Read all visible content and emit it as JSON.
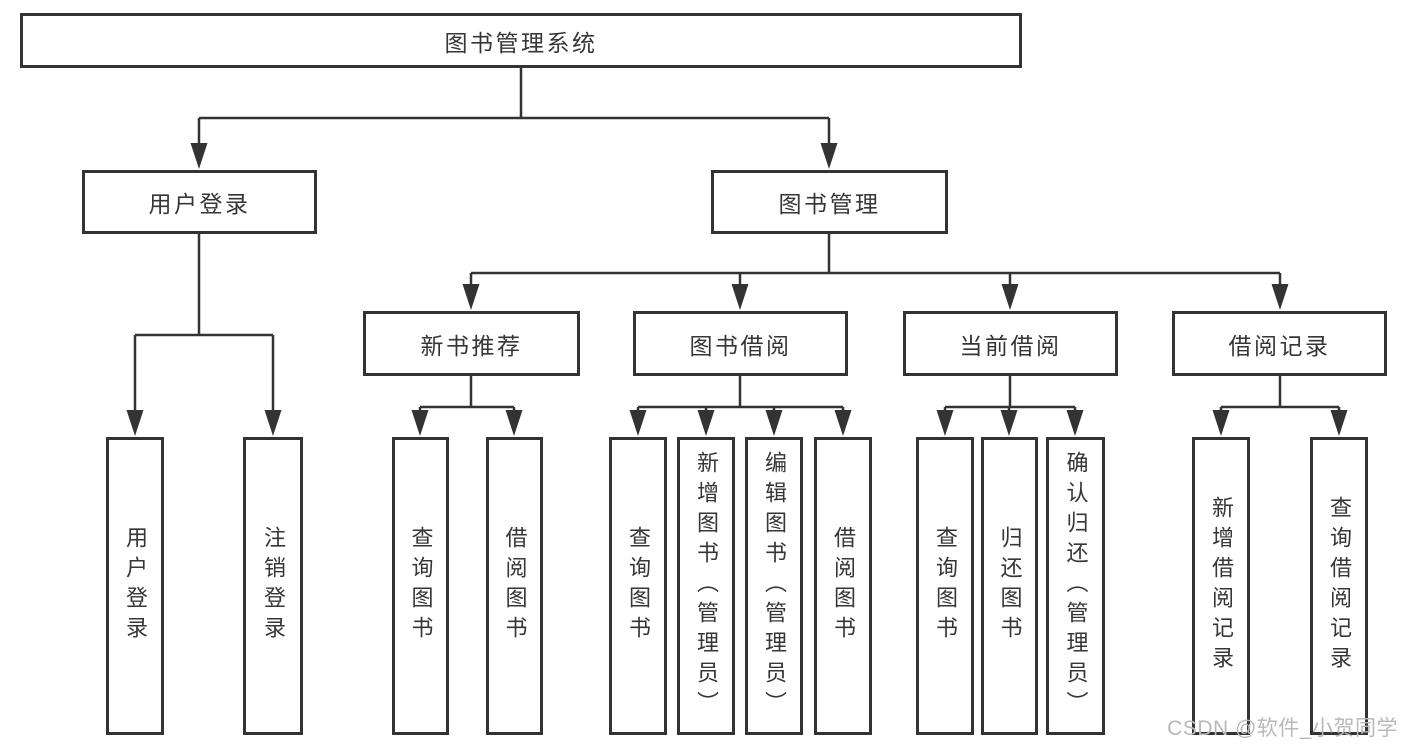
{
  "diagram": {
    "title": "图书管理系统",
    "branches": [
      {
        "label": "用户登录",
        "children": [
          {
            "label": "用户登录"
          },
          {
            "label": "注销登录"
          }
        ]
      },
      {
        "label": "图书管理",
        "groups": [
          {
            "label": "新书推荐",
            "children": [
              {
                "label": "查询图书"
              },
              {
                "label": "借阅图书"
              }
            ]
          },
          {
            "label": "图书借阅",
            "children": [
              {
                "label": "查询图书"
              },
              {
                "label": "新增图书（管理员）"
              },
              {
                "label": "编辑图书（管理员）"
              },
              {
                "label": "借阅图书"
              }
            ]
          },
          {
            "label": "当前借阅",
            "children": [
              {
                "label": "查询图书"
              },
              {
                "label": "归还图书"
              },
              {
                "label": "确认归还（管理员）"
              }
            ]
          },
          {
            "label": "借阅记录",
            "children": [
              {
                "label": "新增借阅记录"
              },
              {
                "label": "查询借阅记录"
              }
            ]
          }
        ]
      }
    ]
  },
  "watermark": {
    "text": "CSDN @软件_小贺同学"
  },
  "colors": {
    "line": "#333333",
    "text": "#363636",
    "watermark": "#b9b9b9",
    "background": "#ffffff"
  }
}
